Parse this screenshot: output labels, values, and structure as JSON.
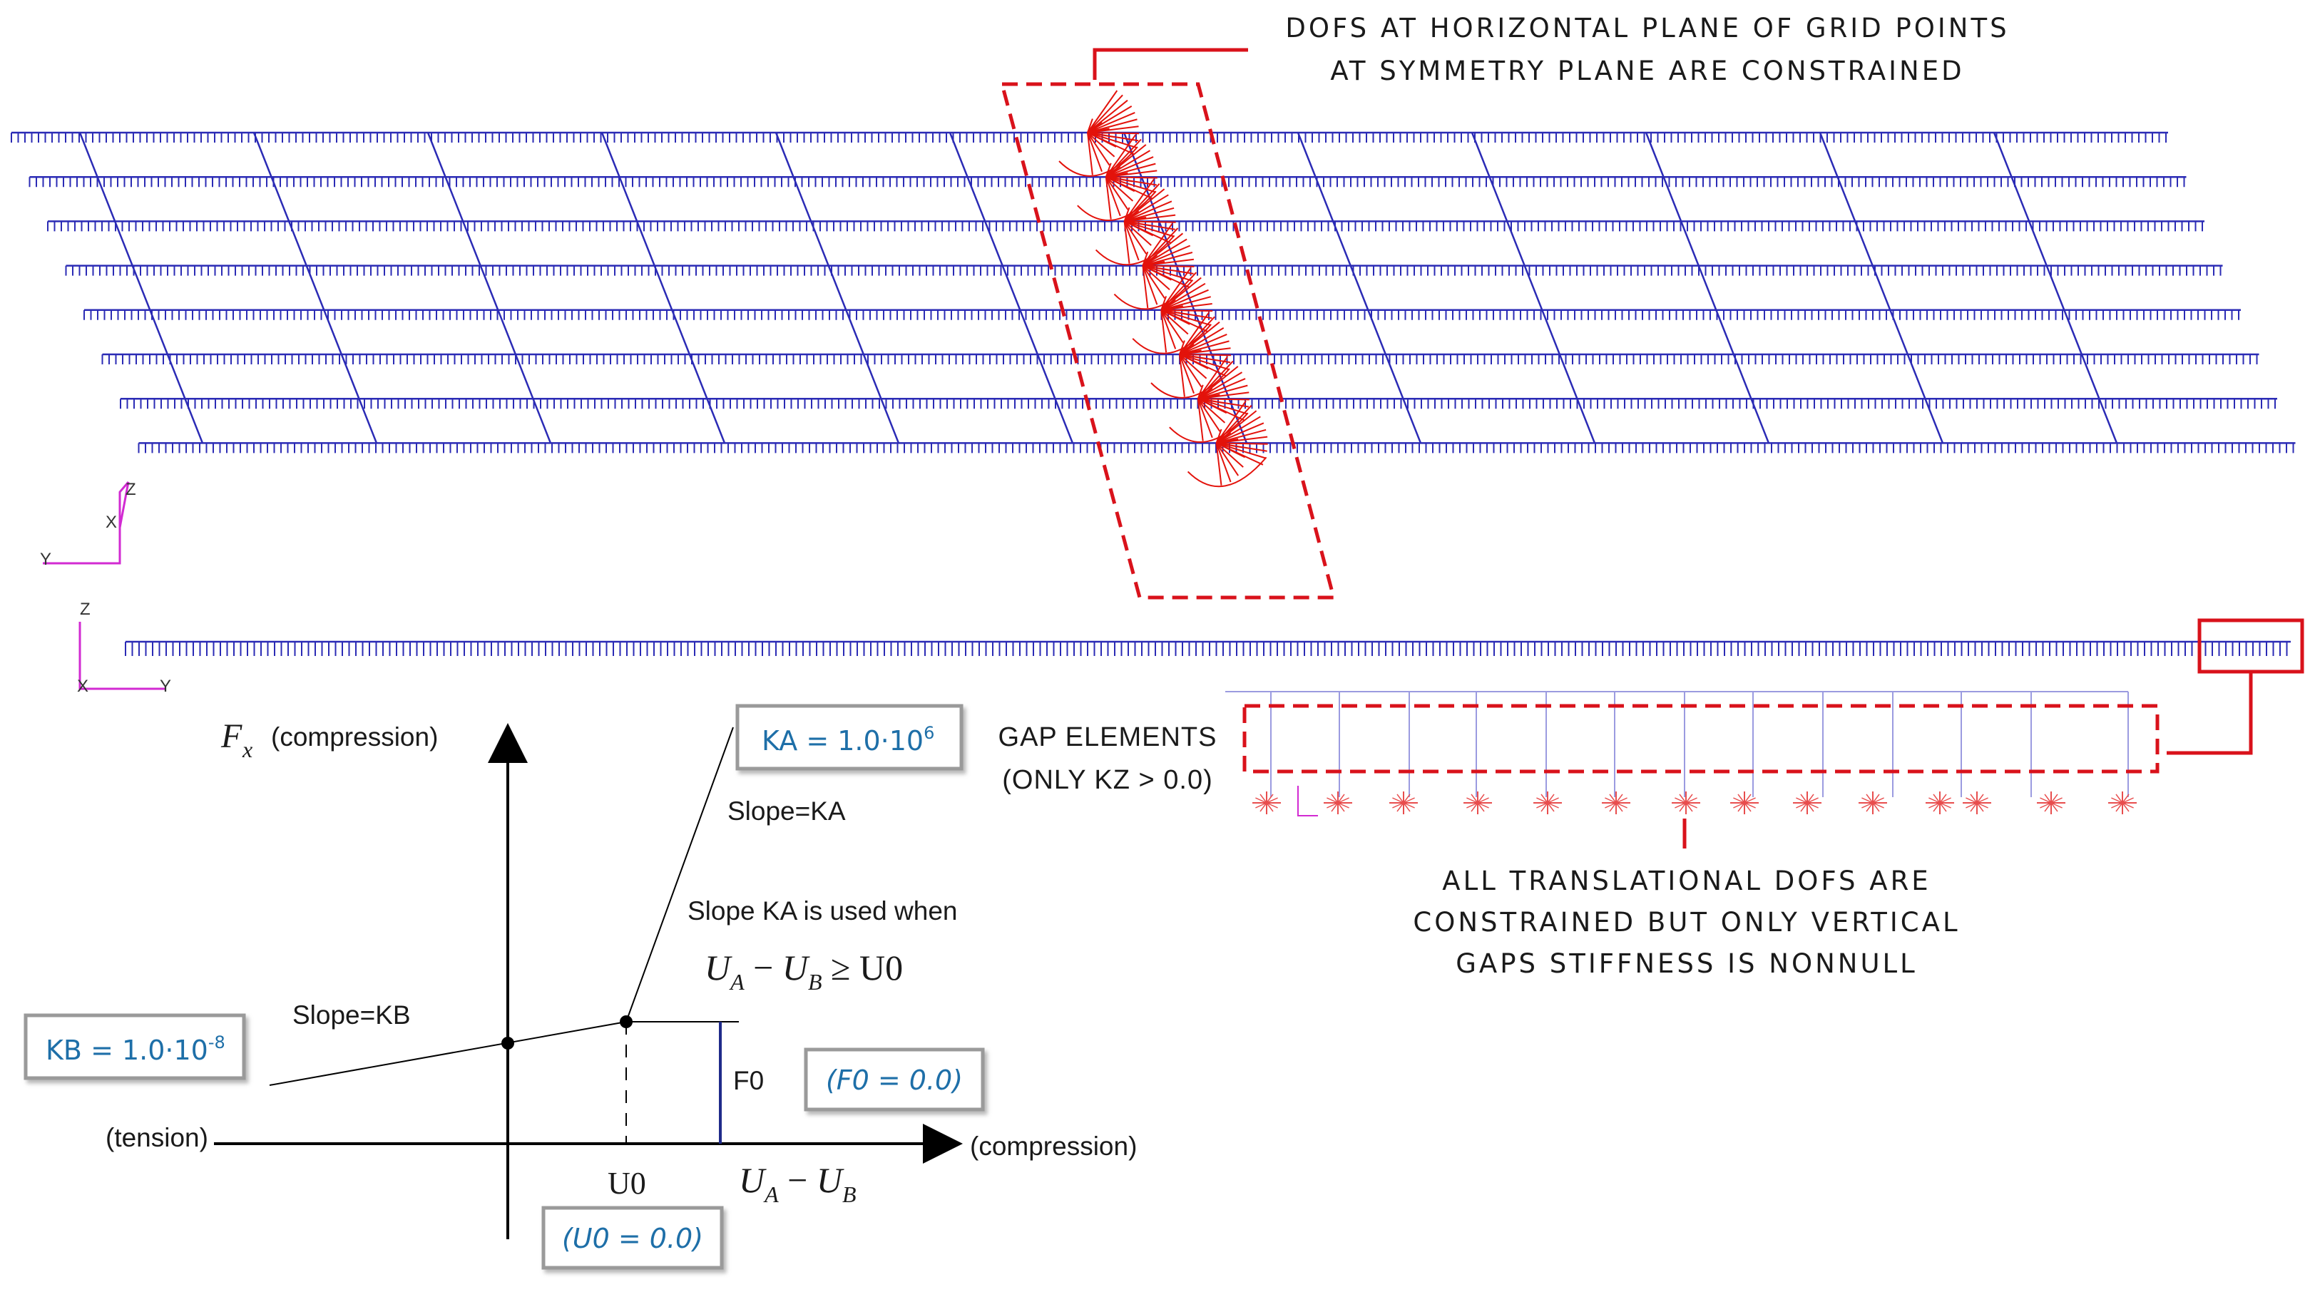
{
  "annotations": {
    "symmetry_line1": "DOFS AT HORIZONTAL PLANE OF GRID POINTS",
    "symmetry_line2": "AT SYMMETRY PLANE ARE CONSTRAINED",
    "gap_line1": "GAP ELEMENTS",
    "gap_line2": "(ONLY KZ > 0.0)",
    "trans_line1": "ALL TRANSLATIONAL DOFS ARE",
    "trans_line2": "CONSTRAINED BUT ONLY VERTICAL",
    "trans_line3": "GAPS STIFFNESS IS NONNULL"
  },
  "axes_triad": {
    "top": {
      "y": "Y",
      "x": "X",
      "z": "Z"
    },
    "bottom": {
      "z": "Z",
      "x": "X",
      "y": "Y"
    }
  },
  "graph": {
    "fx_symbol": "F",
    "fx_sub": "x",
    "fx_label": "(compression)",
    "tension_label": "(tension)",
    "compression_label": "(compression)",
    "slope_ka": "Slope=KA",
    "slope_kb": "Slope=KB",
    "slope_ka_note": "Slope KA is used when",
    "cond_ua": "U",
    "cond_ua_sub": "A",
    "cond_minus": " − ",
    "cond_ub": "U",
    "cond_ub_sub": "B",
    "cond_rest": " ≥ U0",
    "u0": "U0",
    "f0": "F0",
    "xa": "U",
    "xa_sub": "A",
    "xminus": " − ",
    "xb": "U",
    "xb_sub": "B"
  },
  "boxes": {
    "ka_main": "KA = 1.0·10",
    "ka_exp": "6",
    "kb_main": "KB = 1.0·10",
    "kb_exp": "-8",
    "f0": "(F0 = 0.0)",
    "u0": "(U0 = 0.0)"
  },
  "colors": {
    "mesh": "#2b2bb5",
    "constraint": "#e3120b",
    "annotation_red": "#d9121b",
    "axis_triad": "#d22ad2",
    "box_text": "#1e6fa8"
  }
}
